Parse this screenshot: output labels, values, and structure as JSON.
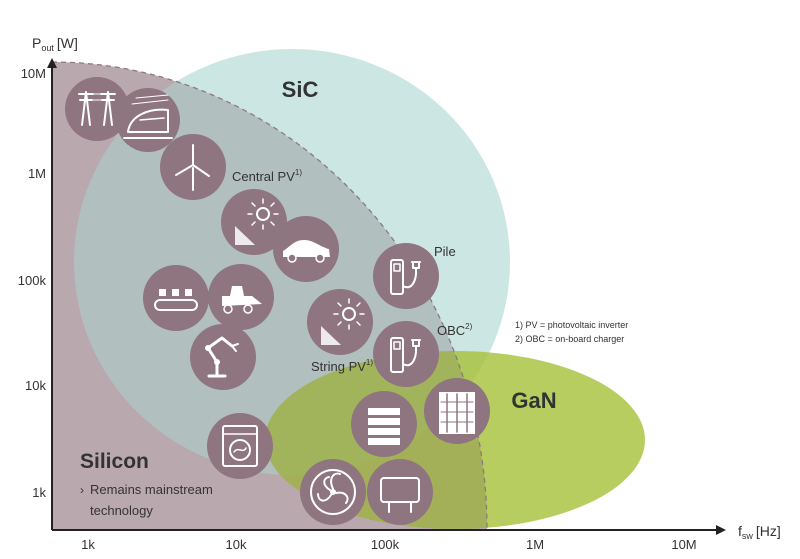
{
  "axes": {
    "y_label_main": "P",
    "y_label_sub": "out",
    "y_label_unit": "[W]",
    "x_label_main": "f",
    "x_label_sub": "sw",
    "x_label_unit": "[Hz]",
    "y_ticks": [
      "10M",
      "1M",
      "100k",
      "10k",
      "1k"
    ],
    "x_ticks": [
      "1k",
      "10k",
      "100k",
      "1M",
      "10M"
    ]
  },
  "regions": {
    "sic": "SiC",
    "gan": "GaN",
    "silicon": "Silicon",
    "silicon_note_marker": "›",
    "silicon_note_line1": "Remains mainstream",
    "silicon_note_line2": "technology"
  },
  "labels": {
    "central_pv": "Central PV",
    "central_pv_sup": "1)",
    "string_pv": "String PV",
    "string_pv_sup": "1)",
    "pile": "Pile",
    "obc": "OBC",
    "obc_sup": "2)"
  },
  "footnotes": {
    "note1": "1) PV = photovoltaic inverter",
    "note2": "2) OBC = on-board charger"
  },
  "icons": [
    "power-tower-icon",
    "train-icon",
    "wind-turbine-icon",
    "solar-panel-icon",
    "car-icon",
    "charging-pile-icon",
    "conveyor-icon",
    "loader-icon",
    "robot-arm-icon",
    "solar-panel-icon",
    "charger-icon",
    "server-icon",
    "server-rack-icon",
    "washing-machine-icon",
    "fan-icon",
    "display-icon"
  ],
  "colors": {
    "silicon": "#c9b6bd",
    "sic": "#b9dcd8",
    "gan": "#a7c23c",
    "icon_circle": "#8e7580",
    "axis": "#222222"
  }
}
